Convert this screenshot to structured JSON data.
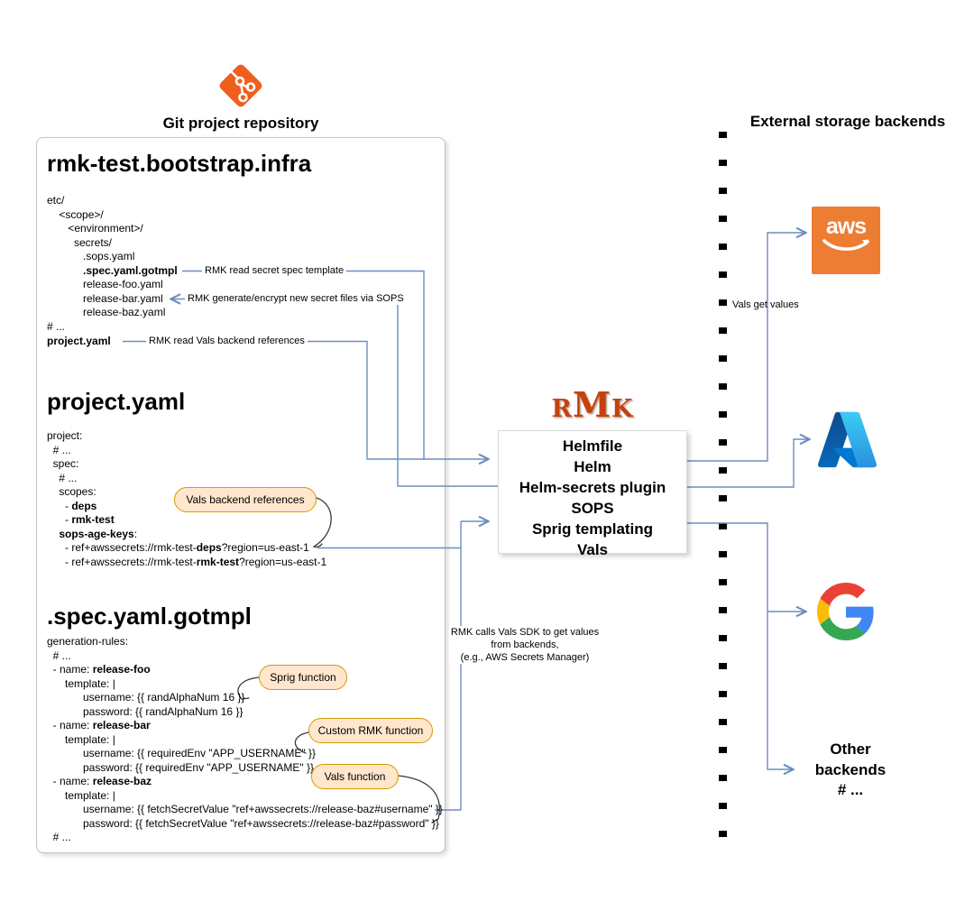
{
  "header": {
    "git_label": "Git project repository",
    "backends_title": "External storage backends"
  },
  "repo": {
    "infra_title": "rmk-test.bootstrap.infra",
    "tree": [
      [
        [
          "etc/",
          0
        ]
      ],
      [
        [
          "    <scope>/",
          0
        ]
      ],
      [
        [
          "       <environment>/",
          0
        ]
      ],
      [
        [
          "         secrets/",
          0
        ]
      ],
      [
        [
          "            .sops.yaml",
          0
        ]
      ],
      [
        [
          "            ",
          0
        ],
        [
          ".spec.yaml.gotmpl",
          1
        ]
      ],
      [
        [
          "            release-foo.yaml",
          0
        ]
      ],
      [
        [
          "            release-bar.yaml",
          0
        ]
      ],
      [
        [
          "            release-baz.yaml",
          0
        ]
      ],
      [
        [
          "# ...",
          0
        ]
      ]
    ],
    "project_file_row": [
      [
        [
          "project.yaml",
          1
        ]
      ]
    ],
    "project_title": "project.yaml",
    "project_yaml": [
      [
        [
          "project:",
          0
        ]
      ],
      [
        [
          "  # ...",
          0
        ]
      ],
      [
        [
          "  spec:",
          0
        ]
      ],
      [
        [
          "    # ...",
          0
        ]
      ],
      [
        [
          "    scopes:",
          0
        ]
      ],
      [
        [
          "      - ",
          0
        ],
        [
          "deps",
          1
        ]
      ],
      [
        [
          "      - ",
          0
        ],
        [
          "rmk-test",
          1
        ]
      ],
      [
        [
          "    ",
          0
        ],
        [
          "sops-age-keys",
          1
        ],
        [
          ":",
          0
        ]
      ],
      [
        [
          "      - ref+awssecrets://rmk-test-",
          0
        ],
        [
          "deps",
          1
        ],
        [
          "?region=us-east-1",
          0
        ]
      ],
      [
        [
          "      - ref+awssecrets://rmk-test-",
          0
        ],
        [
          "rmk-test",
          1
        ],
        [
          "?region=us-east-1",
          0
        ]
      ]
    ],
    "gotmpl_title": ".spec.yaml.gotmpl",
    "gotmpl": [
      [
        [
          "generation-rules:",
          0
        ]
      ],
      [
        [
          "  # ...",
          0
        ]
      ],
      [
        [
          "  - name: ",
          0
        ],
        [
          "release-foo",
          1
        ]
      ],
      [
        [
          "      template: |",
          0
        ]
      ],
      [
        [
          "            username: {{ randAlphaNum 16 }}",
          0
        ]
      ],
      [
        [
          "            password: {{ randAlphaNum 16 }}",
          0
        ]
      ],
      [
        [
          "  - name: ",
          0
        ],
        [
          "release-bar",
          1
        ]
      ],
      [
        [
          "      template: |",
          0
        ]
      ],
      [
        [
          "            username: {{ requiredEnv \"APP_USERNAME\" }}",
          0
        ]
      ],
      [
        [
          "            password: {{ requiredEnv \"APP_USERNAME\" }}",
          0
        ]
      ],
      [
        [
          "  - name: ",
          0
        ],
        [
          "release-baz",
          1
        ]
      ],
      [
        [
          "      template: |",
          0
        ]
      ],
      [
        [
          "            username: {{ fetchSecretValue \"ref+awssecrets://release-baz#username\" }}",
          0
        ]
      ],
      [
        [
          "            password: {{ fetchSecretValue \"ref+awssecrets://release-baz#password\" }}",
          0
        ]
      ],
      [
        [
          "  # ...",
          0
        ]
      ]
    ]
  },
  "labels": {
    "read_spec": "RMK read secret spec template",
    "sops": "RMK generate/encrypt new secret files via SOPS",
    "read_vals": "RMK read Vals backend references",
    "vals_get": "Vals get values",
    "sdk_lines": [
      "RMK calls Vals SDK to get values",
      "from backends,",
      "(e.g., AWS Secrets Manager)"
    ]
  },
  "bubbles": {
    "vals_refs": "Vals backend references",
    "sprig": "Sprig function",
    "custom_rmk": "Custom RMK function",
    "vals_fn": "Vals function"
  },
  "rmk": {
    "logo": {
      "r": "R",
      "m": "M",
      "k": "K"
    },
    "tools": [
      "Helmfile",
      "Helm",
      "Helm-secrets plugin",
      "SOPS",
      "Sprig templating",
      "Vals"
    ]
  },
  "backends": {
    "aws_word": "aws",
    "other_lines": [
      "Other",
      "backends",
      "# ..."
    ]
  },
  "colors": {
    "connector_blue": "#6c8ebf",
    "bubble_fill": "#ffe6cc",
    "bubble_stroke": "#d79b00",
    "aws_orange": "#ec7d33",
    "git_orange": "#f05e1e",
    "rmk_red": "#c5410e",
    "azure_dark": "#114a8b",
    "azure_light": "#3ccbf4",
    "google_red": "#ea4335",
    "google_blue": "#4285f4",
    "google_yellow": "#fbbc05",
    "google_green": "#34a853"
  }
}
